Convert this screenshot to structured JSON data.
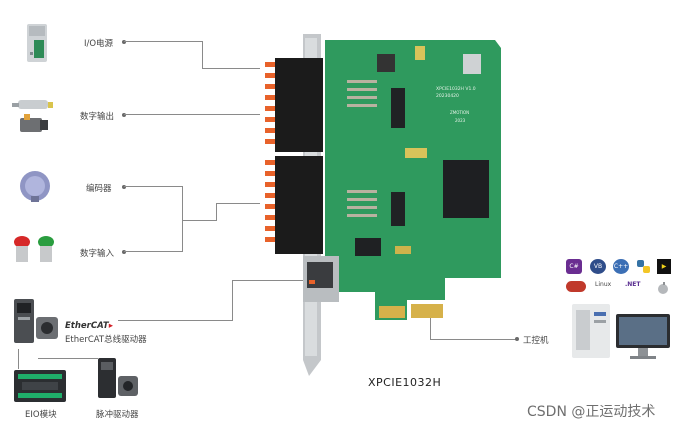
{
  "labels": {
    "io_power": "I/O电源",
    "digital_output": "数字输出",
    "encoder": "编码器",
    "digital_input": "数字输入",
    "ethercat_logo": "EtherCAT",
    "ethercat_drive": "EtherCAT总线驱动器",
    "eio_module": "EIO模块",
    "pulse_drive": "脉冲驱动器",
    "host_pc": "工控机"
  },
  "product_name": "XPCIE1032H",
  "board_silk": {
    "model": "XPCIE1032H V1.0",
    "date": "20230420",
    "brand": "ZMOTION",
    "year": "2023"
  },
  "languages": [
    "C#",
    "VB",
    "C++",
    "Python",
    "LabVIEW",
    "Linux",
    ".NET",
    "Mac",
    "MATLAB"
  ],
  "watermark": "CSDN @正运动技术",
  "colors": {
    "pcb_green": "#2f9a5e",
    "terminal_black": "#1b1b1b",
    "terminal_orange": "#e8622a",
    "line_gray": "#8a8a8a",
    "ethercat_red": "#d21f26"
  }
}
